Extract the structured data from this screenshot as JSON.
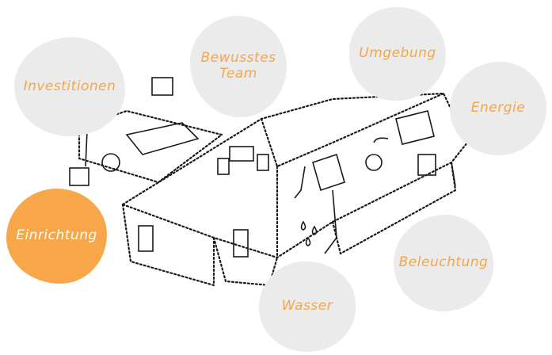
{
  "colors": {
    "bubble_bg": "#ebebeb",
    "bubble_text": "#f3a64a",
    "active_bg": "#f7a64a",
    "active_text": "#ffffff",
    "ink": "#1a1a1a"
  },
  "topics": {
    "investitionen": "Investitionen",
    "bewusstes_team": "Bewusstes\nTeam",
    "umgebung": "Umgebung",
    "energie": "Energie",
    "einrichtung": "Einrichtung",
    "wasser": "Wasser",
    "beleuchtung": "Beleuchtung"
  },
  "active_topic": "Einrichtung",
  "illustration": {
    "subject": "isometric-building-sketch"
  }
}
